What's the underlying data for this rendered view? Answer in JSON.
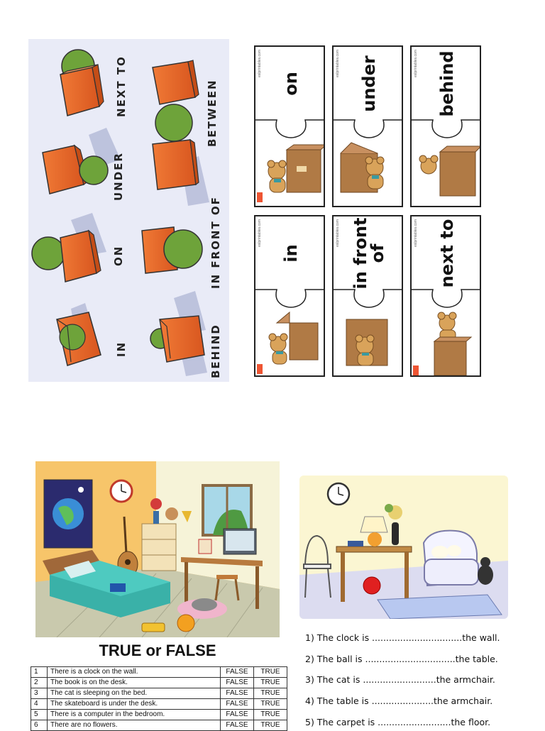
{
  "poster": {
    "labels": [
      "NEXT TO",
      "BETWEEN",
      "UNDER",
      "ON",
      "IN FRONT OF",
      "IN",
      "BEHIND"
    ]
  },
  "puzzle": {
    "words": [
      "on",
      "under",
      "behind",
      "in",
      "in front of",
      "next to"
    ],
    "word_lines": {
      "front1": "in front",
      "front2": "of"
    },
    "credit": "eslprintables.com"
  },
  "bedroom": {
    "title": "TRUE or FALSE",
    "rows": [
      {
        "n": "1",
        "text": "There is a clock on the wall.",
        "a": "FALSE",
        "b": "TRUE"
      },
      {
        "n": "2",
        "text": "The book is on the desk.",
        "a": "FALSE",
        "b": "TRUE"
      },
      {
        "n": "3",
        "text": "The cat is sleeping on the bed.",
        "a": "FALSE",
        "b": "TRUE"
      },
      {
        "n": "4",
        "text": "The skateboard is under the desk.",
        "a": "FALSE",
        "b": "TRUE"
      },
      {
        "n": "5",
        "text": "There is a computer in the bedroom.",
        "a": "FALSE",
        "b": "TRUE"
      },
      {
        "n": "6",
        "text": "There are no flowers.",
        "a": "FALSE",
        "b": "TRUE"
      }
    ]
  },
  "living": {
    "sentences": [
      "1) The clock is ................................the wall.",
      "2) The ball is ................................the table.",
      "3) The cat is ..........................the armchair.",
      "4) The table is ......................the armchair.",
      "5) The carpet is ..........................the floor."
    ]
  },
  "colors": {
    "box": "#e8642a",
    "ball": "#6ea33a",
    "poster_bg": "#e9ebf7",
    "bear": "#d9a35a",
    "carton": "#b07a45"
  }
}
